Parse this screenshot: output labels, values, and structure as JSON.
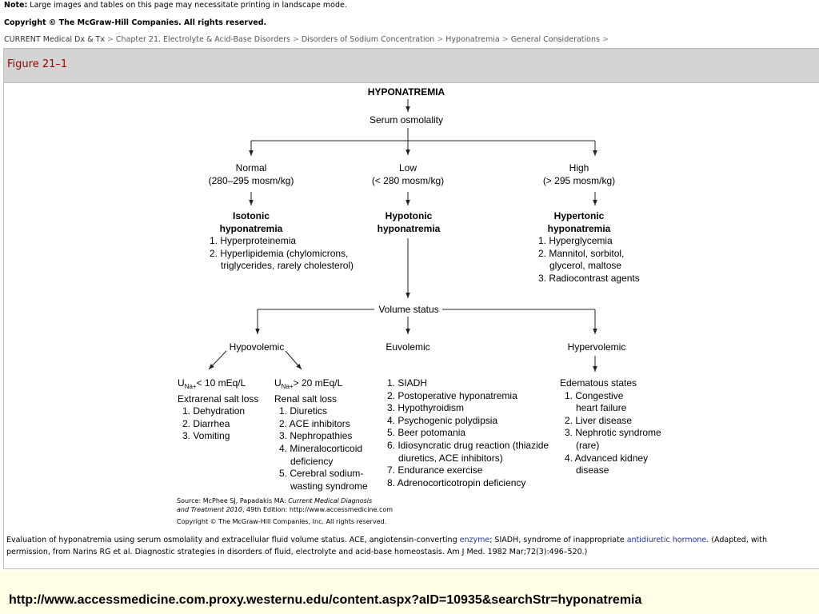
{
  "header": {
    "note_label": "Note:",
    "note_text": "Large images and tables on this page may necessitate printing in landscape mode.",
    "copyright": "Copyright © The McGraw-Hill Companies.  All rights reserved.",
    "breadcrumb": [
      "CURRENT Medical Dx & Tx",
      "Chapter 21. Electrolyte & Acid-Base Disorders",
      "Disorders of Sodium Concentration",
      "Hyponatremia",
      "General Considerations"
    ],
    "breadcrumb_sep": ">"
  },
  "figure": {
    "title": "Figure 21–1",
    "diagram": {
      "root": "HYPONATREMIA",
      "serum": "Serum osmolality",
      "normal": {
        "label": "Normal",
        "range": "(280–295 mosm/kg)",
        "head1": "Isotonic",
        "head2": "hyponatremia",
        "items": [
          "1. Hyperproteinemia",
          "2. Hyperlipidemia (chylomicrons,",
          "triglycerides, rarely cholesterol)"
        ]
      },
      "low": {
        "label": "Low",
        "range": "(< 280 mosm/kg)",
        "head1": "Hypotonic",
        "head2": "hyponatremia"
      },
      "high": {
        "label": "High",
        "range": "(> 295 mosm/kg)",
        "head1": "Hypertonic",
        "head2": "hyponatremia",
        "items": [
          "1. Hyperglycemia",
          "2. Mannitol, sorbitol,",
          "glycerol, maltose",
          "3. Radiocontrast agents"
        ]
      },
      "volume": "Volume status",
      "hypovolemic": "Hypovolemic",
      "euvolemic": "Euvolemic",
      "hypervolemic": "Hypervolemic",
      "una_low": {
        "u": "U",
        "sub": "Na+",
        "rest": "< 10 mEq/L",
        "sub_title": "Extrarenal salt loss",
        "items": [
          "1. Dehydration",
          "2. Diarrhea",
          "3. Vomiting"
        ]
      },
      "una_high": {
        "u": "U",
        "sub": "Na+",
        "rest": "> 20 mEq/L",
        "sub_title": "Renal salt loss",
        "items": [
          "1. Diuretics",
          "2. ACE inhibitors",
          "3. Nephropathies",
          "4. Mineralocorticoid",
          "deficiency",
          "5. Cerebral sodium-",
          "wasting syndrome"
        ]
      },
      "euvolemic_items": [
        "1. SIADH",
        "2. Postoperative hyponatremia",
        "3. Hypothyroidism",
        "4. Psychogenic polydipsia",
        "5. Beer potomania",
        "6. Idiosyncratic drug reaction (thiazide",
        "diuretics, ACE inhibitors)",
        "7. Endurance exercise",
        "8. Adrenocorticotropin deficiency"
      ],
      "hyper_title": "Edematous states",
      "hyper_items": [
        "1. Congestive",
        "heart failure",
        "2. Liver disease",
        "3. Nephrotic syndrome",
        "(rare)",
        "4. Advanced kidney",
        "disease"
      ]
    },
    "source": {
      "line1_a": "Source: McPhee SJ, Papadakis MA: ",
      "line1_b": "Current Medical Diagnosis",
      "line2_a": "and Treatment 2010",
      "line2_b": ", 49th Edition: http://www.accessmedicine.com",
      "line3": "Copyright © The McGraw-Hill Companies, Inc. All rights reserved."
    },
    "caption": {
      "part1": "Evaluation of hyponatremia using serum osmolality and extracellular fluid volume status. ACE, angiotensin-converting ",
      "link1": "enzyme",
      "part2": "; SIADH, syndrome of inappropriate ",
      "link2": "antidiuretic hormone",
      "part3": ". (Adapted, with permission, from Narins RG et al. Diagnostic strategies in disorders of fluid, electrolyte and acid-base homeostasis. Am J Med. 1982 Mar;72(3):496–520.)"
    }
  },
  "footer_url": "http://www.accessmedicine.com.proxy.westernu.edu/content.aspx?aID=10935&searchStr=hyponatremia"
}
